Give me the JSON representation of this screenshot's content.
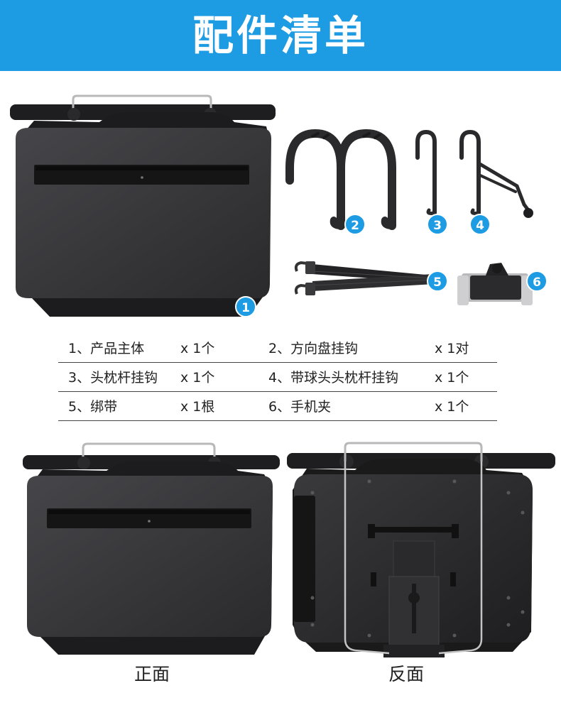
{
  "header": {
    "title": "配件清单"
  },
  "badges": [
    "1",
    "2",
    "3",
    "4",
    "5",
    "6"
  ],
  "parts": [
    [
      {
        "name": "1、产品主体",
        "qty": "x 1个"
      },
      {
        "name": "2、方向盘挂钩",
        "qty": "x 1对"
      }
    ],
    [
      {
        "name": "3、头枕杆挂钩",
        "qty": "x 1个"
      },
      {
        "name": "4、带球头头枕杆挂钩",
        "qty": "x 1个"
      }
    ],
    [
      {
        "name": "5、绑带",
        "qty": "x 1根"
      },
      {
        "name": "6、手机夹",
        "qty": "x 1个"
      }
    ]
  ],
  "views": {
    "front_label": "正面",
    "back_label": "反面"
  },
  "colors": {
    "accent": "#1d9be3",
    "product": "#2b2b2d"
  }
}
